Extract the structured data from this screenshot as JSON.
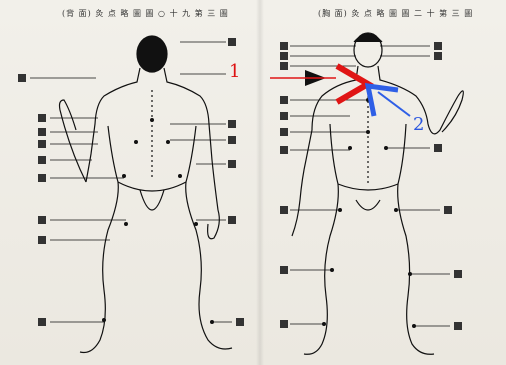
{
  "captions": {
    "back": "(背 面) 灸 点 略 圖   圖 ○ 十 九 第 三 圖",
    "front": "(胸 面) 灸 点 略 圖   圖 二 十 第 三 圖"
  },
  "markers": {
    "red": "1",
    "blue": "2"
  },
  "icons": {
    "red_arrow": "red-arrow-icon",
    "blue_arrow": "blue-arrow-icon",
    "black_pointer": "black-triangle-pointer-icon"
  },
  "colors": {
    "red": "#e01515",
    "blue": "#2f5fe6",
    "ink": "#111111"
  }
}
